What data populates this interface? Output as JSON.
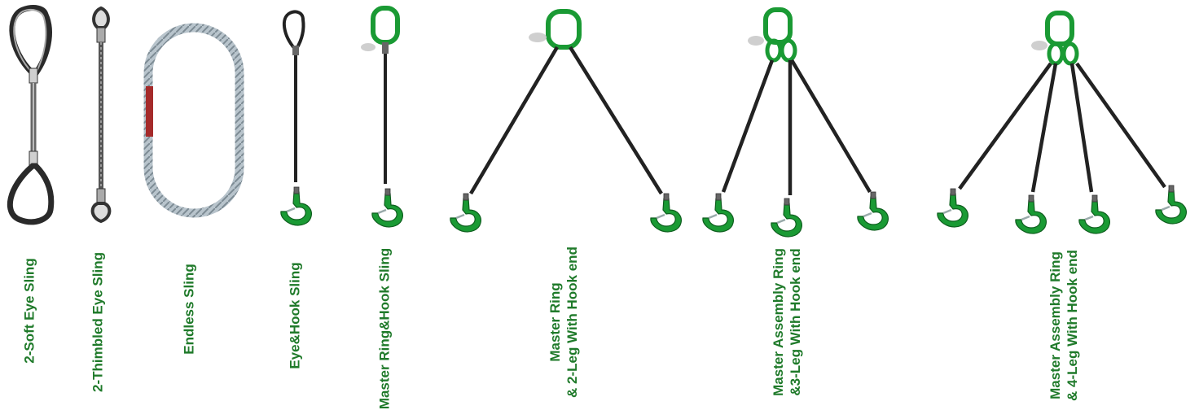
{
  "colors": {
    "hook_green": "#1a9a34",
    "ring_green": "#1a9a34",
    "label_green": "#1f7a2a",
    "wire": "#222222",
    "endless_grey": "#9aa8b0",
    "endless_red": "#a52a2a"
  },
  "slings": [
    {
      "id": "soft-eye",
      "icon": "soft-eye-sling-icon",
      "lines": [
        "2-Soft Eye Sling"
      ]
    },
    {
      "id": "thimbled-eye",
      "icon": "thimbled-eye-sling-icon",
      "lines": [
        "2-Thimbled Eye Sling"
      ]
    },
    {
      "id": "endless",
      "icon": "endless-sling-icon",
      "lines": [
        "Endless Sling"
      ]
    },
    {
      "id": "eye-hook",
      "icon": "eye-hook-sling-icon",
      "lines": [
        "Eye&Hook Sling"
      ]
    },
    {
      "id": "master-ring-hook",
      "icon": "master-ring-hook-sling-icon",
      "lines": [
        "Master Ring&Hook Sling"
      ]
    },
    {
      "id": "two-leg",
      "icon": "two-leg-sling-icon",
      "lines": [
        "Master Ring",
        "& 2-Leg With Hook end"
      ]
    },
    {
      "id": "three-leg",
      "icon": "three-leg-sling-icon",
      "lines": [
        "Master Assembly Ring",
        "&3-Leg With Hook end"
      ]
    },
    {
      "id": "four-leg",
      "icon": "four-leg-sling-icon",
      "lines": [
        "Master Assembly Ring",
        "& 4-Leg With Hook end"
      ]
    }
  ]
}
